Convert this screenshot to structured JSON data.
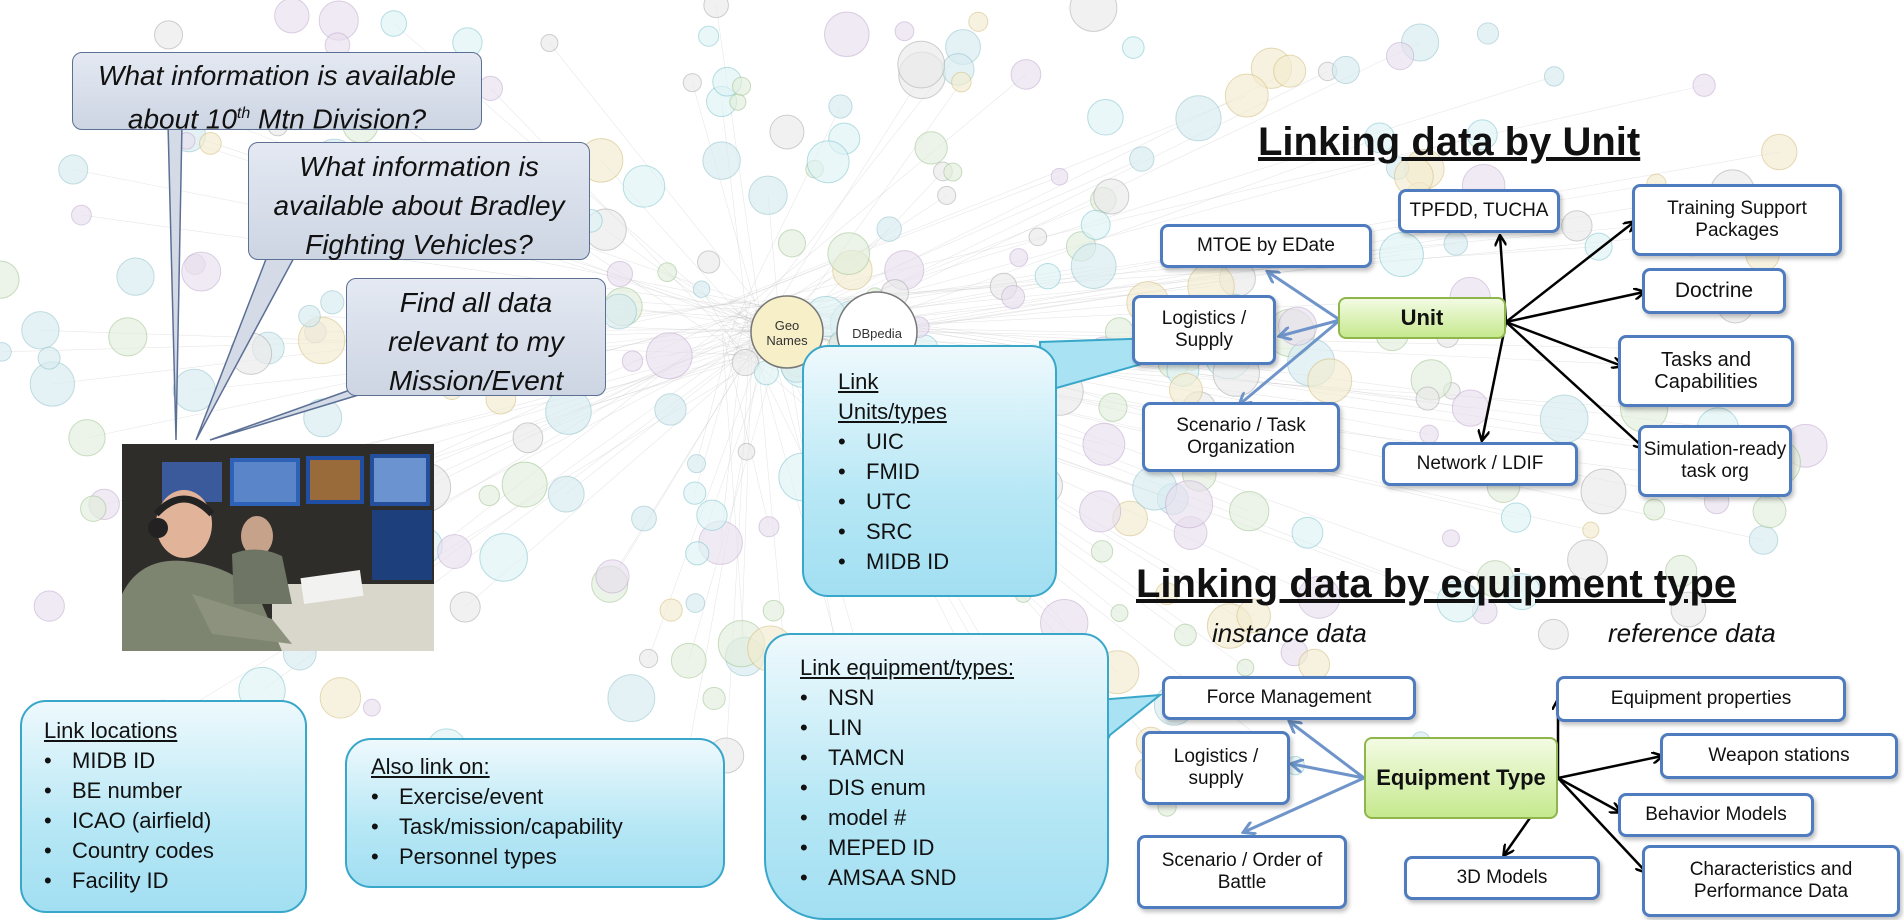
{
  "questions": {
    "q1_part1": "What information is available",
    "q1_part2a": "about 10",
    "q1_superscript": "th",
    "q1_part2b": " Mtn Division?",
    "q2": "What information is available about Bradley Fighting Vehicles?",
    "q3": "Find all data relevant to my Mission/Event"
  },
  "locations_callout": {
    "heading": "Link locations",
    "items": [
      "MIDB ID",
      "BE number",
      "ICAO (airfield)",
      "Country codes",
      "Facility ID"
    ]
  },
  "also_callout": {
    "heading": "Also link on:",
    "items": [
      "Exercise/event",
      "Task/mission/capability",
      "Personnel types"
    ]
  },
  "units_callout": {
    "heading_line1": "Link",
    "heading_line2": "Units/types",
    "items": [
      "UIC",
      "FMID",
      "UTC",
      "SRC",
      "MIDB ID"
    ]
  },
  "equipment_callout": {
    "heading": "Link equipment/types:",
    "items": [
      "NSN",
      "LIN",
      "TAMCN",
      "DIS enum",
      "model #",
      "MEPED ID",
      "AMSAA SND"
    ]
  },
  "background_cloud": {
    "geonames": "Geo Names",
    "dbpedia": "DBpedia"
  },
  "unit_diagram": {
    "title": "Linking data by Unit",
    "center": "Unit",
    "mtoe": "MTOE by EDate",
    "logistics": "Logistics / Supply",
    "scenario": "Scenario  / Task Organization",
    "tpfdd": "TPFDD, TUCHA",
    "training": "Training Support Packages",
    "doctrine": "Doctrine",
    "tasks": "Tasks and Capabilities",
    "network": "Network / LDIF",
    "simulation": "Simulation-ready task org"
  },
  "equipment_diagram": {
    "title": "Linking data by equipment type",
    "instance_label": "instance data",
    "reference_label": "reference data",
    "center": "Equipment Type",
    "force_mgmt": "Force Management",
    "logistics": "Logistics / supply",
    "scenario": "Scenario  / Order of Battle",
    "equip_props": "Equipment properties",
    "weapon": "Weapon stations",
    "behavior": "Behavior Models",
    "models3d": "3D Models",
    "characteristics": "Characteristics and Performance Data"
  },
  "colors": {
    "box_border": "#4f7cbf",
    "callout_border": "#39a7c9",
    "green_fill": "#c6e98e",
    "instance_arrow": "#6e94c9",
    "reference_arrow": "#000000"
  }
}
